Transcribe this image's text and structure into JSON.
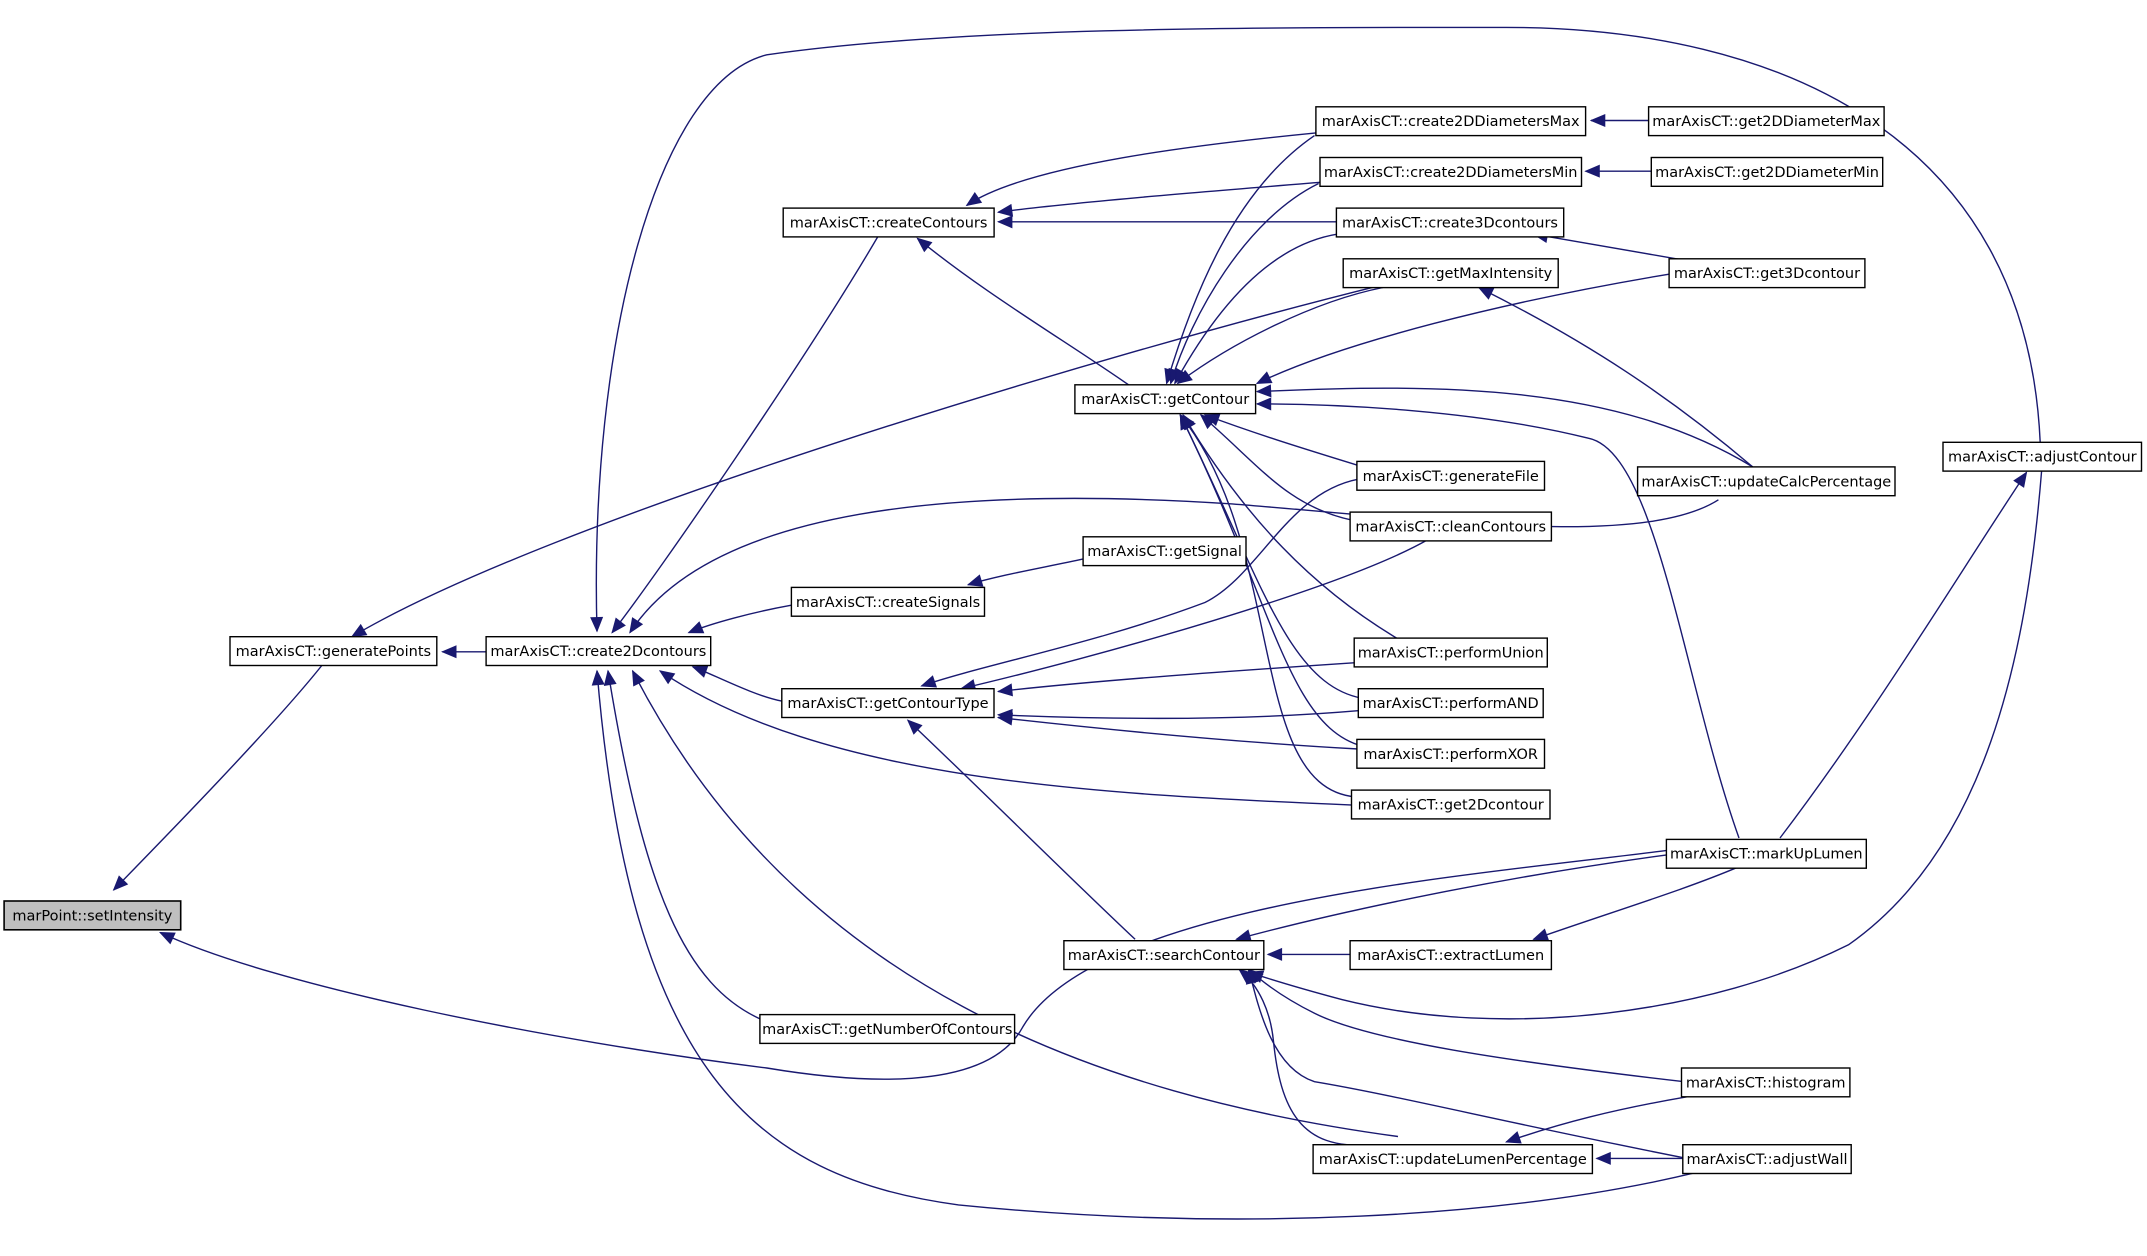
{
  "graph": {
    "title": "",
    "root": "marPoint::setIntensity",
    "nodes": [
      {
        "id": "setIntensity",
        "label": "marPoint::setIntensity",
        "root": true
      },
      {
        "id": "generatePoints",
        "label": "marAxisCT::generatePoints"
      },
      {
        "id": "create2Dcontours",
        "label": "marAxisCT::create2Dcontours"
      },
      {
        "id": "createContours",
        "label": "marAxisCT::createContours"
      },
      {
        "id": "createSignals",
        "label": "marAxisCT::createSignals"
      },
      {
        "id": "getContourType",
        "label": "marAxisCT::getContourType"
      },
      {
        "id": "getNumberOfContours",
        "label": "marAxisCT::getNumberOfContours"
      },
      {
        "id": "getContour",
        "label": "marAxisCT::getContour"
      },
      {
        "id": "getSignal",
        "label": "marAxisCT::getSignal"
      },
      {
        "id": "searchContour",
        "label": "marAxisCT::searchContour"
      },
      {
        "id": "create2DDiametersMax",
        "label": "marAxisCT::create2DDiametersMax"
      },
      {
        "id": "create2DDiametersMin",
        "label": "marAxisCT::create2DDiametersMin"
      },
      {
        "id": "create3Dcontours",
        "label": "marAxisCT::create3Dcontours"
      },
      {
        "id": "getMaxIntensity",
        "label": "marAxisCT::getMaxIntensity"
      },
      {
        "id": "generateFile",
        "label": "marAxisCT::generateFile"
      },
      {
        "id": "cleanContours",
        "label": "marAxisCT::cleanContours"
      },
      {
        "id": "performUnion",
        "label": "marAxisCT::performUnion"
      },
      {
        "id": "performAND",
        "label": "marAxisCT::performAND"
      },
      {
        "id": "performXOR",
        "label": "marAxisCT::performXOR"
      },
      {
        "id": "get2Dcontour",
        "label": "marAxisCT::get2Dcontour"
      },
      {
        "id": "extractLumen",
        "label": "marAxisCT::extractLumen"
      },
      {
        "id": "updateLumenPercentage",
        "label": "marAxisCT::updateLumenPercentage"
      },
      {
        "id": "get2DDiameterMax",
        "label": "marAxisCT::get2DDiameterMax"
      },
      {
        "id": "get2DDiameterMin",
        "label": "marAxisCT::get2DDiameterMin"
      },
      {
        "id": "get3Dcontour",
        "label": "marAxisCT::get3Dcontour"
      },
      {
        "id": "updateCalcPercentage",
        "label": "marAxisCT::updateCalcPercentage"
      },
      {
        "id": "markUpLumen",
        "label": "marAxisCT::markUpLumen"
      },
      {
        "id": "histogram",
        "label": "marAxisCT::histogram"
      },
      {
        "id": "adjustWall",
        "label": "marAxisCT::adjustWall"
      },
      {
        "id": "adjustContour",
        "label": "marAxisCT::adjustContour"
      }
    ],
    "edges": [
      {
        "from": "generatePoints",
        "to": "setIntensity"
      },
      {
        "from": "markUpLumen",
        "to": "setIntensity"
      },
      {
        "from": "create2Dcontours",
        "to": "generatePoints"
      },
      {
        "from": "getMaxIntensity",
        "to": "generatePoints"
      },
      {
        "from": "createContours",
        "to": "create2Dcontours"
      },
      {
        "from": "createSignals",
        "to": "create2Dcontours"
      },
      {
        "from": "getContourType",
        "to": "create2Dcontours"
      },
      {
        "from": "getNumberOfContours",
        "to": "create2Dcontours"
      },
      {
        "from": "updateLumenPercentage",
        "to": "create2Dcontours"
      },
      {
        "from": "adjustContour",
        "to": "create2Dcontours"
      },
      {
        "from": "updateCalcPercentage",
        "to": "create2Dcontours"
      },
      {
        "from": "get2Dcontour",
        "to": "create2Dcontours"
      },
      {
        "from": "adjustWall",
        "to": "create2Dcontours"
      },
      {
        "from": "create2DDiametersMax",
        "to": "createContours"
      },
      {
        "from": "create2DDiametersMin",
        "to": "createContours"
      },
      {
        "from": "create3Dcontours",
        "to": "createContours"
      },
      {
        "from": "getContour",
        "to": "createContours"
      },
      {
        "from": "getSignal",
        "to": "createSignals"
      },
      {
        "from": "generateFile",
        "to": "getContourType"
      },
      {
        "from": "cleanContours",
        "to": "getContourType"
      },
      {
        "from": "performUnion",
        "to": "getContourType"
      },
      {
        "from": "performAND",
        "to": "getContourType"
      },
      {
        "from": "performXOR",
        "to": "getContourType"
      },
      {
        "from": "searchContour",
        "to": "getContourType"
      },
      {
        "from": "create2DDiametersMax",
        "to": "getContour"
      },
      {
        "from": "create2DDiametersMin",
        "to": "getContour"
      },
      {
        "from": "create3Dcontours",
        "to": "getContour"
      },
      {
        "from": "getMaxIntensity",
        "to": "getContour"
      },
      {
        "from": "get3Dcontour",
        "to": "getContour"
      },
      {
        "from": "updateCalcPercentage",
        "to": "getContour"
      },
      {
        "from": "markUpLumen",
        "to": "getContour"
      },
      {
        "from": "generateFile",
        "to": "getContour"
      },
      {
        "from": "cleanContours",
        "to": "getContour"
      },
      {
        "from": "performUnion",
        "to": "getContour"
      },
      {
        "from": "performAND",
        "to": "getContour"
      },
      {
        "from": "performXOR",
        "to": "getContour"
      },
      {
        "from": "get2Dcontour",
        "to": "getContour"
      },
      {
        "from": "markUpLumen",
        "to": "searchContour"
      },
      {
        "from": "extractLumen",
        "to": "searchContour"
      },
      {
        "from": "adjustContour",
        "to": "searchContour"
      },
      {
        "from": "histogram",
        "to": "searchContour"
      },
      {
        "from": "adjustWall",
        "to": "searchContour"
      },
      {
        "from": "updateLumenPercentage",
        "to": "searchContour"
      },
      {
        "from": "get2DDiameterMax",
        "to": "create2DDiametersMax"
      },
      {
        "from": "get2DDiameterMin",
        "to": "create2DDiametersMin"
      },
      {
        "from": "get3Dcontour",
        "to": "create3Dcontours"
      },
      {
        "from": "updateCalcPercentage",
        "to": "getMaxIntensity"
      },
      {
        "from": "markUpLumen",
        "to": "extractLumen"
      },
      {
        "from": "histogram",
        "to": "updateLumenPercentage"
      },
      {
        "from": "adjustWall",
        "to": "updateLumenPercentage"
      },
      {
        "from": "markUpLumen",
        "to": "adjustContour"
      }
    ]
  }
}
